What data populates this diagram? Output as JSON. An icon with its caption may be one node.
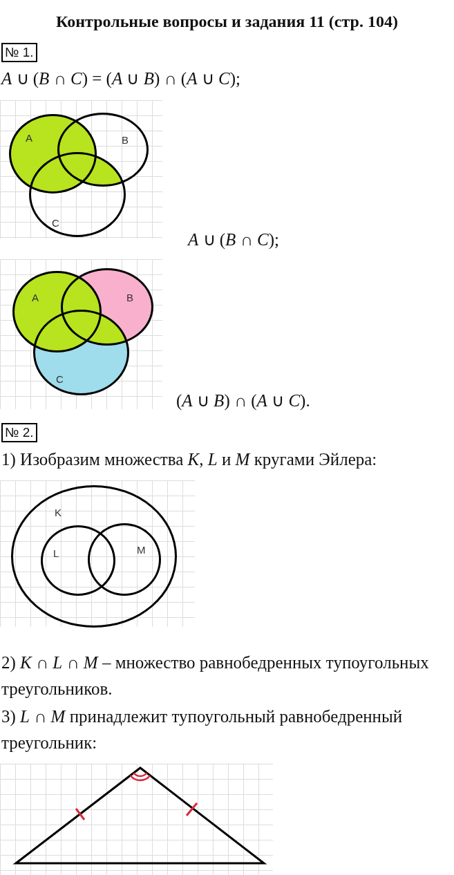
{
  "diagram": {
    "title": "Контрольные вопросы и задания 11 (стр. 104)",
    "nodes": [
      {
        "text": [
          "№ 1."
        ]
      },
      {
        "text": [
          "A"
        ]
      },
      {
        "text": [
          "B"
        ]
      },
      {
        "text": [
          "C"
        ]
      },
      {
        "text": [
          "A"
        ]
      },
      {
        "text": [
          "B"
        ]
      },
      {
        "text": [
          "C"
        ]
      },
      {
        "text": [
          "№ 2."
        ]
      },
      {
        "text": [
          "K"
        ]
      },
      {
        "text": [
          "L"
        ],
        "in": 8
      },
      {
        "text": [
          "M"
        ],
        "in": 8
      }
    ],
    "labels": [
      "*A* ∪ (*B* ∩ *C*) = (*A* ∪ *B*) ∩ (*A* ∪ *C*);",
      "*A* ∪ (*B* ∩ *C*);",
      "(*A* ∪ *B*) ∩ (*A* ∪ *C*).",
      "1) Изобразим множества *K*, *L* и *M* кругами Эйлера:",
      "2) *K* ∩ *L* ∩ *M* – множество равнобедренных тупоугольных треугольников.",
      "3) *L* ∩ *M* принадлежит тупоугольный равнобедренный треугольник:"
    ]
  }
}
